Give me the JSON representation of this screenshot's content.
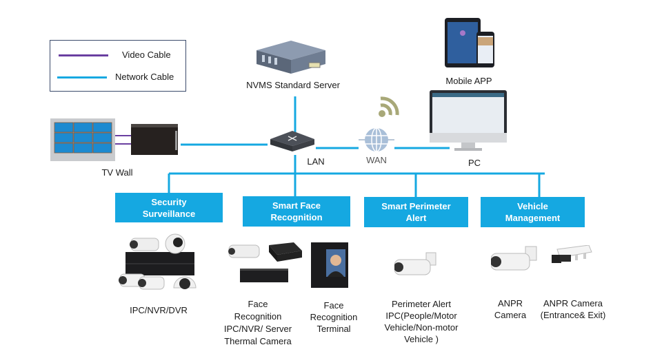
{
  "legend": {
    "items": [
      {
        "label": "Video Cable",
        "color": "#6a3fa0"
      },
      {
        "label": "Network Cable",
        "color": "#15a8e1"
      }
    ]
  },
  "colors": {
    "network": "#15a8e1",
    "video": "#6a3fa0",
    "category_bg": "#15a8e1"
  },
  "nodes": {
    "server": {
      "label": "NVMS Standard  Server",
      "icon": "rack-server-icon"
    },
    "mobile": {
      "label": "Mobile APP",
      "icon": "tablet-phone-icon"
    },
    "pc": {
      "label": "PC",
      "icon": "desktop-monitor-icon"
    },
    "tvwall": {
      "label": "TV Wall",
      "icon": "video-wall-icon"
    },
    "lan": {
      "label": "LAN",
      "icon": "network-switch-icon"
    },
    "wan": {
      "label": "WAN",
      "icon": "globe-icon",
      "signal_icon": "wifi-signal-icon"
    }
  },
  "categories": [
    {
      "label_lines": [
        "Security",
        "Surveillance"
      ]
    },
    {
      "label_lines": [
        "Smart Face",
        "Recognition"
      ]
    },
    {
      "label_lines": [
        "Smart Perimeter",
        "Alert"
      ]
    },
    {
      "label_lines": [
        "Vehicle",
        "Management"
      ]
    }
  ],
  "devices": [
    {
      "label_lines": [
        "IPC/NVR/DVR"
      ],
      "icon": "camera-nvr-set-icon"
    },
    {
      "label_lines": [
        "Face",
        "Recognition",
        "IPC/NVR/ Server",
        "Thermal Camera"
      ],
      "icon": "face-ipc-nvr-icon"
    },
    {
      "label_lines": [
        "Face",
        "Recognition",
        "Terminal"
      ],
      "icon": "face-terminal-icon"
    },
    {
      "label_lines": [
        "Perimeter Alert",
        "IPC(People/Motor",
        "Vehicle/Non-motor",
        "Vehicle )"
      ],
      "icon": "bullet-camera-icon"
    },
    {
      "label_lines": [
        "ANPR",
        "Camera"
      ],
      "icon": "bullet-camera-icon"
    },
    {
      "label_lines": [
        "ANPR Camera",
        "(Entrance& Exit)"
      ],
      "icon": "box-camera-icon"
    }
  ]
}
